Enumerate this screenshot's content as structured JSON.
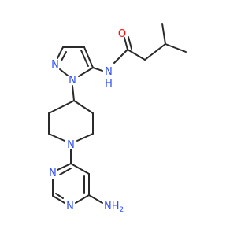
{
  "colors": {
    "bond": "#2a2a2a",
    "nitrogen": "#3050f8",
    "oxygen": "#ff0d0d",
    "background": "#ffffff"
  },
  "atoms": {
    "o_carbonyl": "O",
    "n_amide": "N",
    "h_amide": "H",
    "n_pyrazole_1": "N",
    "n_pyrazole_2": "N",
    "n_piperidine": "N",
    "n_pyrimidine_1": "N",
    "n_pyrimidine_2": "N",
    "nh2": "NH",
    "nh2_sub": "2"
  }
}
